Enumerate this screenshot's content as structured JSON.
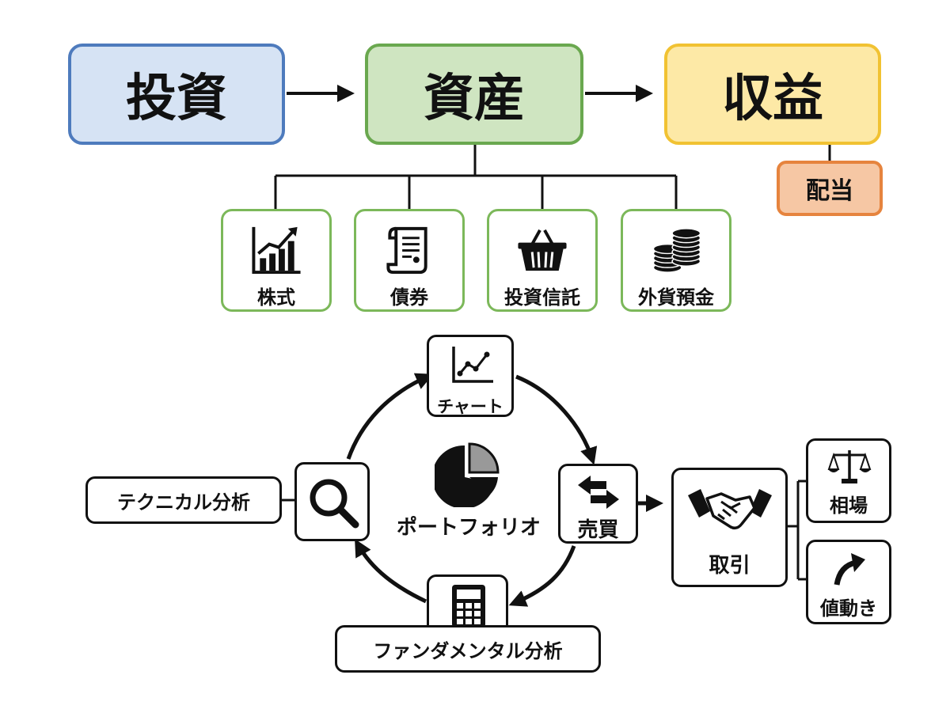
{
  "flow": {
    "invest": "投資",
    "asset": "資産",
    "return": "収益",
    "dividend": "配当"
  },
  "assets": [
    {
      "label": "株式",
      "icon": "bar-chart-icon"
    },
    {
      "label": "債券",
      "icon": "scroll-document-icon"
    },
    {
      "label": "投資信託",
      "icon": "basket-icon"
    },
    {
      "label": "外貨預金",
      "icon": "coin-stack-icon"
    }
  ],
  "cycle": {
    "center": "ポートフォリオ",
    "chart": "チャート",
    "trade": "売買",
    "fundamental": "ファンダメンタル分析",
    "technical": "テクニカル分析"
  },
  "market": {
    "transaction": "取引",
    "market_price": "相場",
    "price_movement": "値動き"
  },
  "colors": {
    "invest_fill": "#d6e3f4",
    "invest_border": "#4e7bbd",
    "asset_fill": "#cfe5c1",
    "asset_border": "#6aa84f",
    "return_fill": "#fde9a6",
    "return_border": "#f1c232",
    "dividend_fill": "#f6c7a4",
    "dividend_border": "#e6843e",
    "card_border": "#7cb85a"
  }
}
